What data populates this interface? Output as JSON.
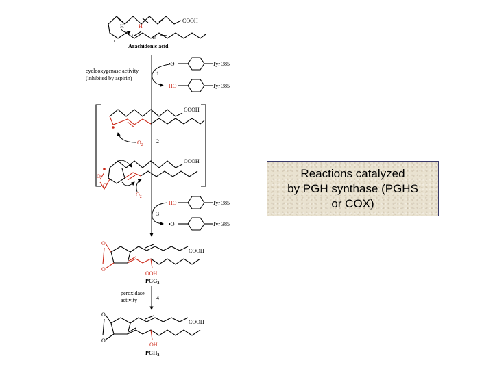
{
  "caption": "Reactions catalyzed\nby PGH synthase (PGHS\nor COX)",
  "arachidonic": {
    "cooh": "COOH",
    "h_left": "H",
    "h_right": "H",
    "n13": "13",
    "n11": "11",
    "n15": "15",
    "name": "Arachidonic acid"
  },
  "step1": {
    "number": "1",
    "activity_line1": "cyclooxygenase activity",
    "activity_line2": "(inhibited by aspirin)",
    "radical_o": "•O",
    "tyr_top": "Tyr 385",
    "ho": "HO",
    "tyr_bottom": "Tyr 385"
  },
  "radical1": {
    "cooh": "COOH"
  },
  "step2": {
    "number": "2",
    "o2_sym": "O",
    "o2_sub": "2"
  },
  "radical2": {
    "cooh": "COOH",
    "o_a": "O",
    "o_b": "O"
  },
  "step3": {
    "number": "3",
    "o2_sym": "O",
    "o2_sub": "2",
    "ho": "HO",
    "tyr_top": "Tyr 385",
    "radical_o": "•O",
    "tyr_bottom": "Tyr 385"
  },
  "pgg2": {
    "o_top": "O",
    "o_bottom": "O",
    "cooh": "COOH",
    "ooh": "OOH",
    "name": "PGG",
    "name_sub": "2"
  },
  "step4": {
    "number": "4",
    "activity_line1": "peroxidase",
    "activity_line2": "activity"
  },
  "pgh2": {
    "o_top": "O",
    "o_bottom": "O",
    "cooh": "COOH",
    "oh": "OH",
    "name": "PGH",
    "name_sub": "2"
  },
  "colors": {
    "red": "#cc2a1a",
    "black": "#000000",
    "box_bg": "#e9e2d0",
    "box_border": "#3a3a6a"
  }
}
